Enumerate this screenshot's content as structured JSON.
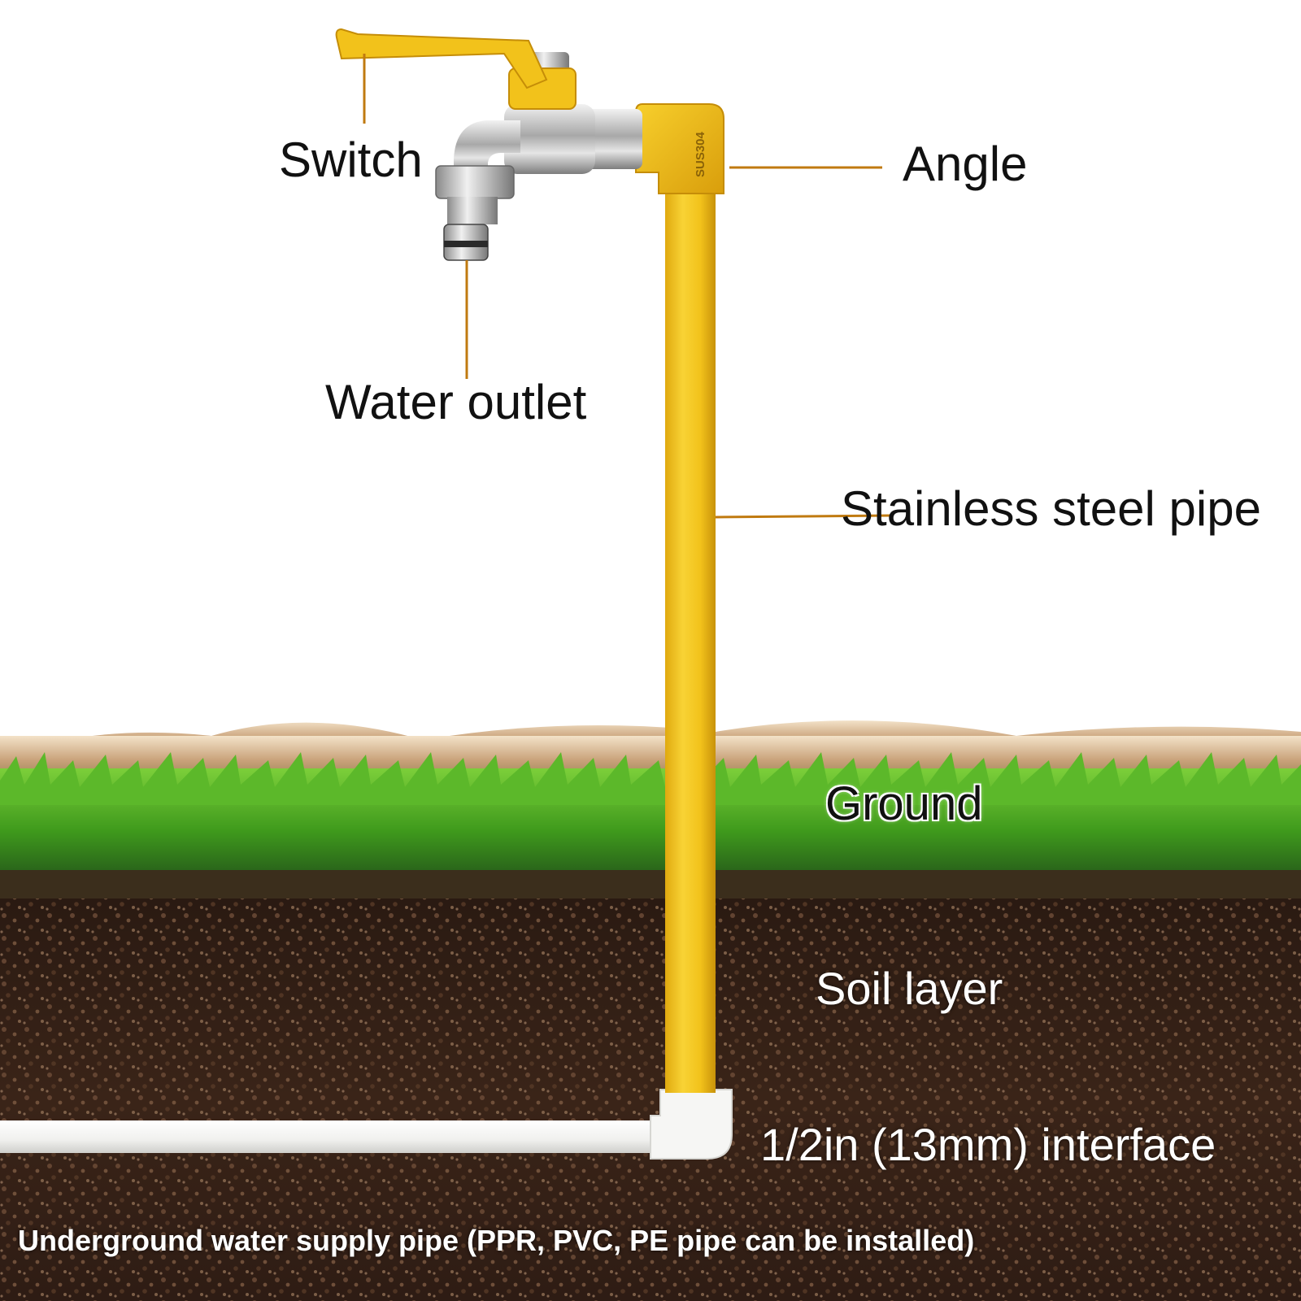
{
  "labels": {
    "switch": "Switch",
    "angle": "Angle",
    "water_outlet": "Water outlet",
    "stainless_pipe": "Stainless steel pipe",
    "ground": "Ground",
    "soil_layer": "Soil layer",
    "interface": "1/2in (13mm) interface",
    "underground_pipe": "Underground water supply pipe (PPR, PVC, PE pipe can be installed)"
  },
  "pipe_marking": "SUS304",
  "colors": {
    "pipe_yellow": "#f2c21b",
    "leader_line": "#c07a10",
    "grass": "#3f9a1c",
    "soil": "#3a2418",
    "chrome": "#c9c9c9",
    "underground_pipe": "#f4f4f2"
  }
}
